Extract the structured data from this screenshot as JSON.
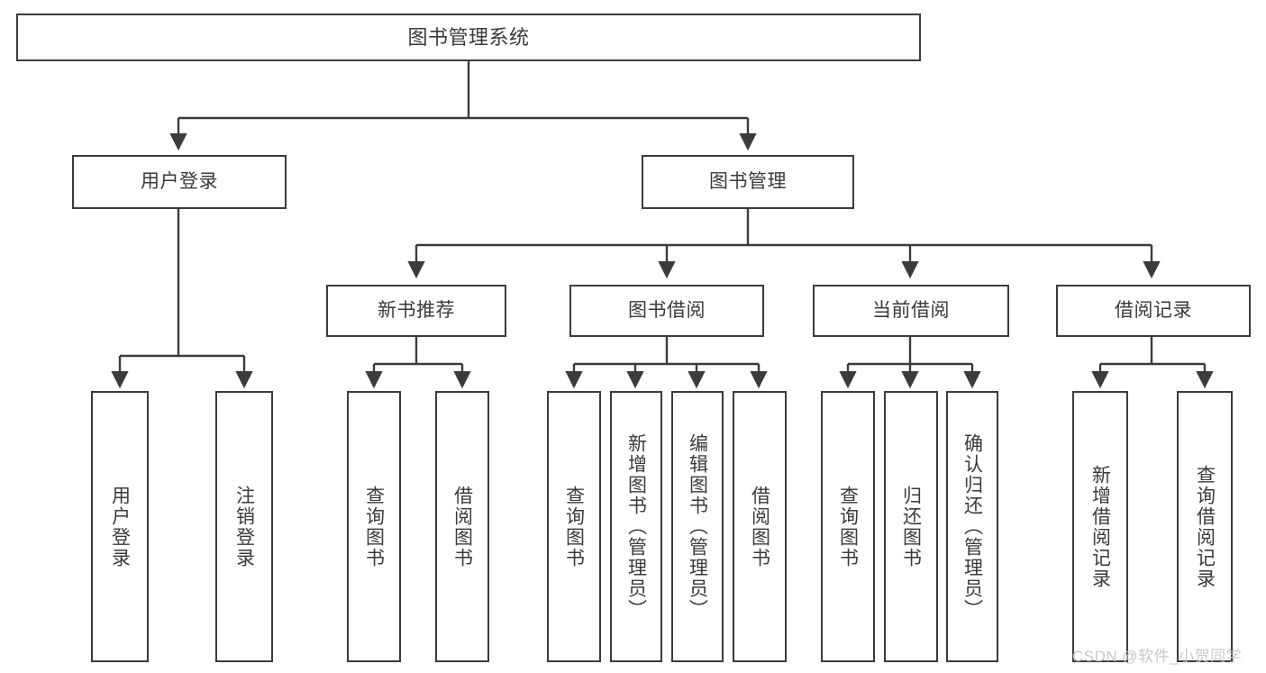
{
  "diagram": {
    "title": "图书管理系统",
    "type": "hierarchy-tree",
    "stroke_color": "#3b3b3b",
    "text_color": "#3a3a3a",
    "background": "#ffffff",
    "nodes": {
      "root": {
        "label": "图书管理系统"
      },
      "level2": [
        {
          "id": "user-login",
          "label": "用户登录"
        },
        {
          "id": "book-manage",
          "label": "图书管理"
        }
      ],
      "level3": [
        {
          "id": "new-book-recommend",
          "label": "新书推荐"
        },
        {
          "id": "book-borrow",
          "label": "图书借阅"
        },
        {
          "id": "current-borrow",
          "label": "当前借阅"
        },
        {
          "id": "borrow-record",
          "label": "借阅记录"
        }
      ],
      "leaves": [
        {
          "id": "leaf-user-login",
          "label": "用户登录",
          "parent": "user-login"
        },
        {
          "id": "leaf-logout",
          "label": "注销登录",
          "parent": "user-login"
        },
        {
          "id": "leaf-query-book-1",
          "label": "查询图书",
          "parent": "new-book-recommend"
        },
        {
          "id": "leaf-borrow-book-1",
          "label": "借阅图书",
          "parent": "new-book-recommend"
        },
        {
          "id": "leaf-query-book-2",
          "label": "查询图书",
          "parent": "book-borrow"
        },
        {
          "id": "leaf-add-book",
          "label": "新增图书（管理员）",
          "parent": "book-borrow"
        },
        {
          "id": "leaf-edit-book",
          "label": "编辑图书（管理员）",
          "parent": "book-borrow"
        },
        {
          "id": "leaf-borrow-book-2",
          "label": "借阅图书",
          "parent": "book-borrow"
        },
        {
          "id": "leaf-query-book-3",
          "label": "查询图书",
          "parent": "current-borrow"
        },
        {
          "id": "leaf-return-book",
          "label": "归还图书",
          "parent": "current-borrow"
        },
        {
          "id": "leaf-confirm-return",
          "label": "确认归还（管理员）",
          "parent": "current-borrow"
        },
        {
          "id": "leaf-add-record",
          "label": "新增借阅记录",
          "parent": "borrow-record"
        },
        {
          "id": "leaf-query-record",
          "label": "查询借阅记录",
          "parent": "borrow-record"
        }
      ]
    }
  },
  "watermark": {
    "text": "CSDN @软件_小贺同学"
  }
}
